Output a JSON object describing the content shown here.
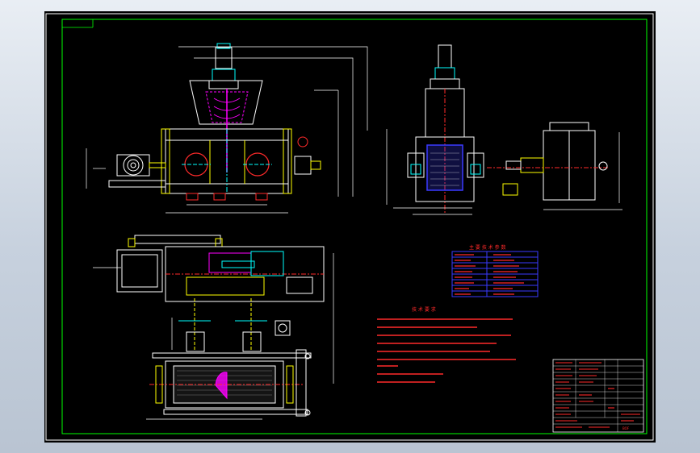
{
  "drawing": {
    "tech_params": {
      "title": "主 要 技 术 参 数"
    },
    "tech_requirements": {
      "title": "技 术 要 求"
    },
    "title_block": {
      "name": "BOF"
    }
  },
  "colors": {
    "background": "#000000",
    "frame": "#ffffff",
    "inner_frame": "#00ff00",
    "line_white": "#ffffff",
    "line_yellow": "#ffff00",
    "line_cyan": "#00ffff",
    "line_red": "#ff2a2a",
    "line_blue": "#3a3aff",
    "line_magenta": "#ff00ff",
    "line_green": "#00ff00"
  }
}
